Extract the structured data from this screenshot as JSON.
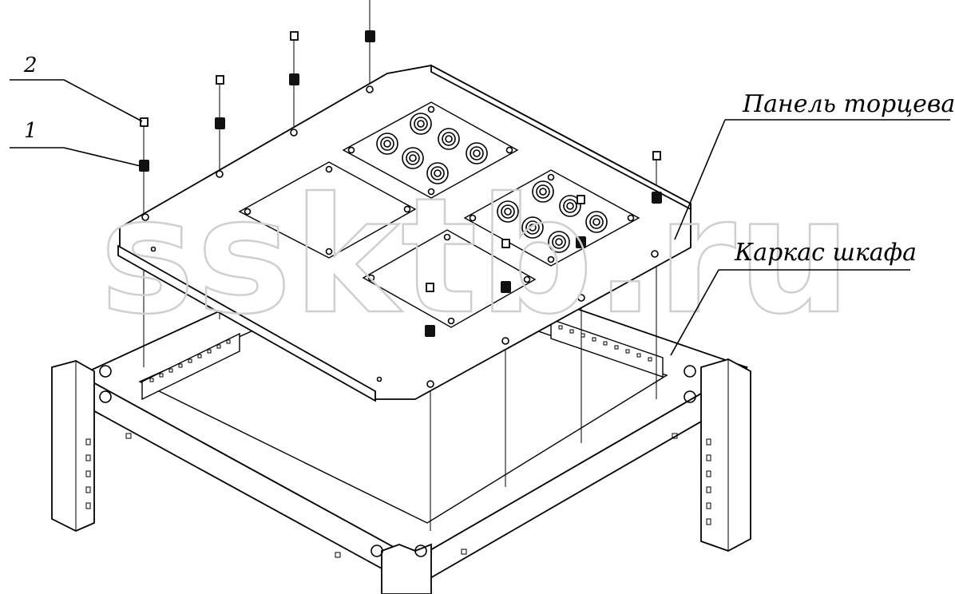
{
  "labels": {
    "end_panel": "Панель торцевая",
    "cabinet_frame": "Каркас шкафа",
    "callout_1": "1",
    "callout_2": "2"
  },
  "watermark": "ssktb.ru",
  "icons": [
    "screw-icon",
    "nut-icon",
    "cable-gland-icon",
    "mounting-hole-icon"
  ]
}
